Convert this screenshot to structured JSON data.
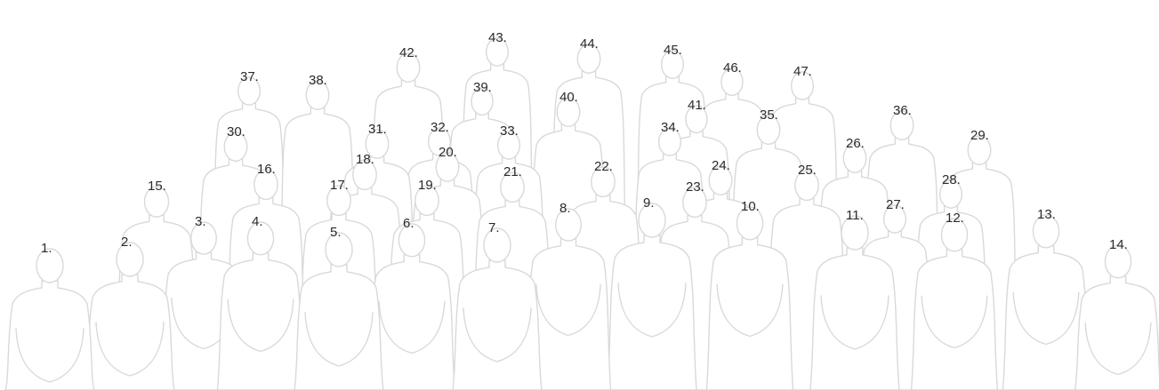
{
  "labels": [
    "1.",
    "2.",
    "3.",
    "4.",
    "5.",
    "6.",
    "7.",
    "8.",
    "9.",
    "10.",
    "11.",
    "12.",
    "13.",
    "14.",
    "15.",
    "16.",
    "17.",
    "18.",
    "19.",
    "20.",
    "21.",
    "22.",
    "23.",
    "24.",
    "25.",
    "26.",
    "27.",
    "28.",
    "29.",
    "30.",
    "31.",
    "32.",
    "33.",
    "34.",
    "35.",
    "36.",
    "37.",
    "38.",
    "39.",
    "40.",
    "41.",
    "42.",
    "43.",
    "44.",
    "45.",
    "46.",
    "47."
  ],
  "colors": {
    "outline": "#d9d9d9",
    "text": "#2b2b2b",
    "background": "#ffffff"
  }
}
